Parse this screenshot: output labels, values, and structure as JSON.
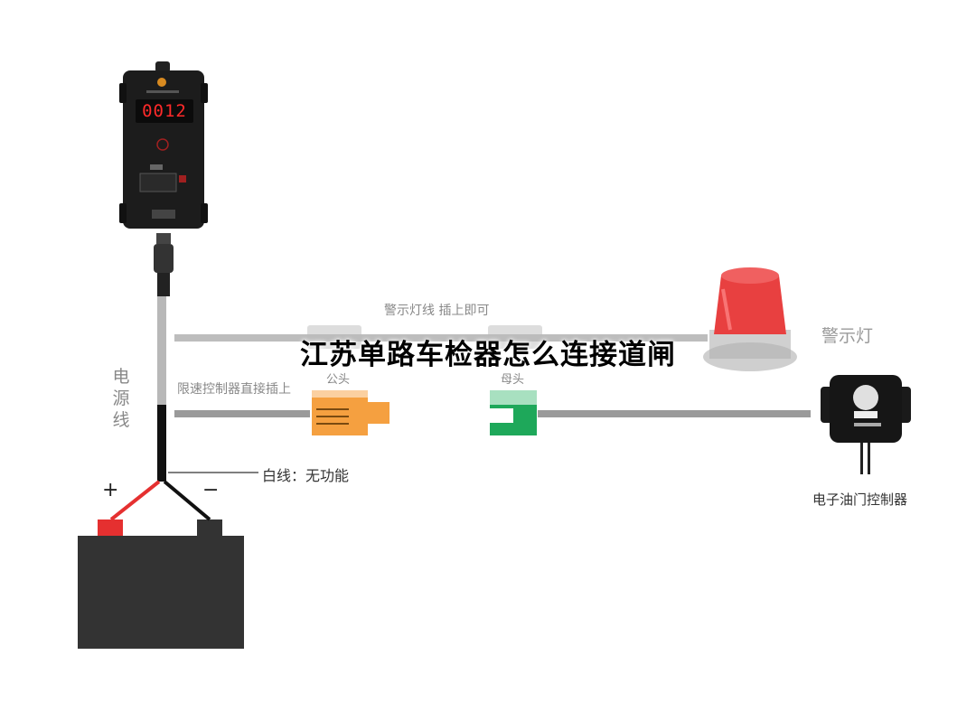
{
  "title": "江苏单路车检器怎么连接道闸",
  "detector": {
    "display": "0012"
  },
  "labels": {
    "power_line": "电源线",
    "warning_line": "警示灯线 插上即可",
    "speed_line": "限速控制器直接插上",
    "male_plug": "公头",
    "female_plug": "母头",
    "white_wire": "白线：无功能",
    "warning_light": "警示灯",
    "throttle_controller": "电子油门控制器",
    "plus": "+",
    "minus": "−"
  },
  "colors": {
    "male_plug": "#f5a040",
    "female_plug": "#1ea85a",
    "battery": "#333333",
    "plus_terminal": "#e53030",
    "wire_gray": "#999999"
  }
}
